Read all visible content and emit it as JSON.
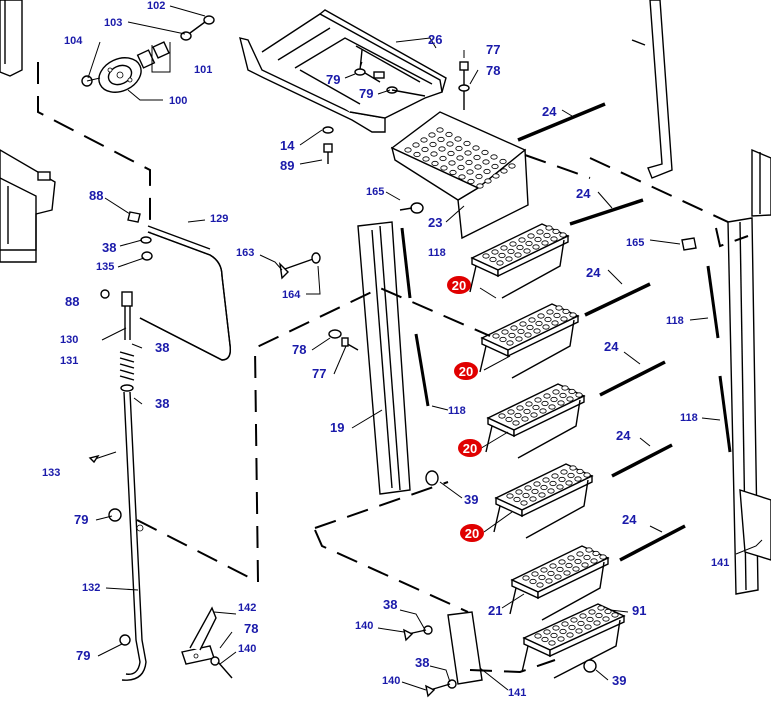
{
  "labels": {
    "p100": "100",
    "p101": "101",
    "p102": "102",
    "p103": "103",
    "p104": "104",
    "p26": "26",
    "p79a": "79",
    "p79b": "79",
    "p14": "14",
    "p89": "89",
    "p77a": "77",
    "p78a": "78",
    "p23": "23",
    "p24a": "24",
    "p24b": "24",
    "p24c": "24",
    "p24d": "24",
    "p24e": "24",
    "p24f": "24",
    "p88a": "88",
    "p129": "129",
    "p38a": "38",
    "p135": "135",
    "p165a": "165",
    "p118a": "118",
    "p163": "163",
    "p164": "164",
    "p165b": "165",
    "p118b": "118",
    "p118c": "118",
    "p118d": "118",
    "p88b": "88",
    "p130": "130",
    "p38b": "38",
    "p131": "131",
    "p38c": "38",
    "p78b": "78",
    "p77b": "77",
    "p19": "19",
    "p39a": "39",
    "p133": "133",
    "p79c": "79",
    "p132": "132",
    "p79d": "79",
    "p142": "142",
    "p78c": "78",
    "p140a": "140",
    "p38d": "38",
    "p140b": "140",
    "p38e": "38",
    "p140c": "140",
    "p141a": "141",
    "p21": "21",
    "p91": "91",
    "p39b": "39",
    "p141b": "141"
  },
  "badges": [
    "20",
    "20",
    "20",
    "20"
  ],
  "colors": {
    "label": "#1a1aaa",
    "badge": "#e00000",
    "line": "#000000"
  }
}
